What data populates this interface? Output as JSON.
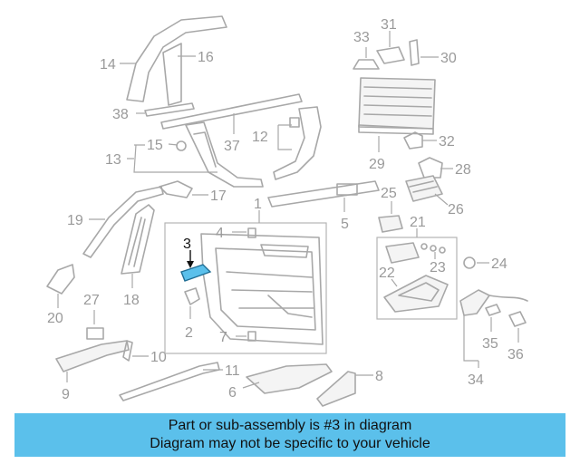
{
  "callouts": {
    "c1": "1",
    "c2": "2",
    "c3": "3",
    "c4": "4",
    "c5": "5",
    "c6": "6",
    "c7": "7",
    "c8": "8",
    "c9": "9",
    "c10": "10",
    "c11": "11",
    "c12": "12",
    "c13": "13",
    "c14": "14",
    "c15": "15",
    "c16": "16",
    "c17": "17",
    "c18": "18",
    "c19": "19",
    "c20": "20",
    "c21": "21",
    "c22": "22",
    "c23": "23",
    "c24": "24",
    "c25": "25",
    "c26": "26",
    "c27": "27",
    "c28": "28",
    "c29": "29",
    "c30": "30",
    "c31": "31",
    "c32": "32",
    "c33": "33",
    "c34": "34",
    "c35": "35",
    "c36": "36",
    "c37": "37",
    "c38": "38"
  },
  "highlighted_part": "3",
  "colors": {
    "highlight": "#5bc0eb",
    "linework": "#a8a8a8",
    "label": "#9a9a9a"
  },
  "banner": {
    "line1": "Part or sub-assembly is #3 in diagram",
    "line2": "Diagram may not be specific to your vehicle"
  }
}
